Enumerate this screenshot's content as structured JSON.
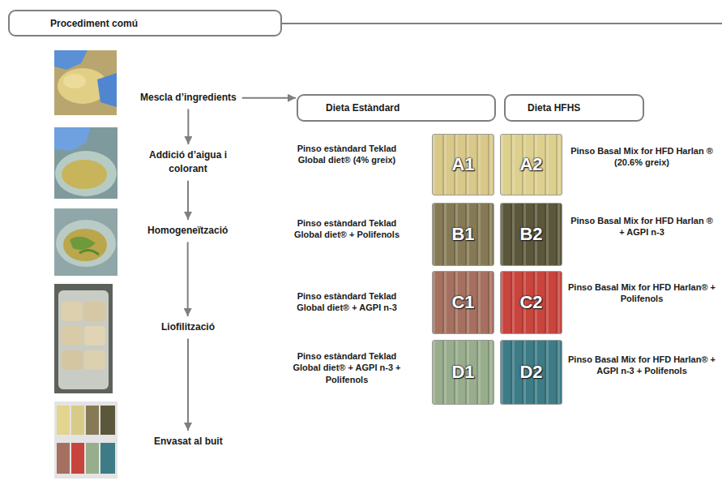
{
  "diagram": {
    "nodes": [
      {
        "text": [
          "Procediment comú"
        ]
      },
      {
        "text": [
          "Mescla d’ingredients"
        ]
      },
      {
        "text": [
          "Addició d’aigua i colorant"
        ]
      },
      {
        "text": [
          "Homogeneïtzació"
        ]
      },
      {
        "text": [
          "Liofilització"
        ]
      },
      {
        "text": [
          "Envasat al buit"
        ]
      },
      {
        "text": [
          "Dieta Estàndard"
        ]
      },
      {
        "text": [
          "Dieta HFHS"
        ]
      },
      {
        "text": [
          "A1"
        ]
      },
      {
        "text": [
          "A2"
        ]
      },
      {
        "text": [
          "B1"
        ]
      },
      {
        "text": [
          "B2"
        ]
      },
      {
        "text": [
          "C1"
        ]
      },
      {
        "text": [
          "C2"
        ]
      },
      {
        "text": [
          "D1"
        ]
      },
      {
        "text": [
          "D2"
        ]
      }
    ],
    "edges": [
      {
        "from": 1,
        "to": 2,
        "arrow": "to"
      },
      {
        "from": 2,
        "to": 3,
        "arrow": "to"
      },
      {
        "from": 3,
        "to": 4,
        "arrow": "to"
      },
      {
        "from": 4,
        "to": 5,
        "arrow": "to"
      },
      {
        "from": 1,
        "to": 6,
        "arrow": "to"
      }
    ],
    "labels": [
      "Pinso estàndard Teklad Global diet® (4% greix)",
      "Pinso Basal Mix for HFD Harlan ® (20.6% greix)",
      "Pinso estàndard Teklad Global diet® + Polifenols",
      "Pinso Basal Mix for HFD Harlan ® + AGPI n-3",
      "Pinso estàndard Teklad Global diet® + AGPI n-3",
      "Pinso Basal Mix for HFD Harlan® + Polifenols",
      "Pinso estàndard Teklad Global diet® + AGPI n-3 + Polifenols",
      "Pinso Basal Mix for HFD Harlan® + AGPI n-3 + Polifenols"
    ]
  }
}
